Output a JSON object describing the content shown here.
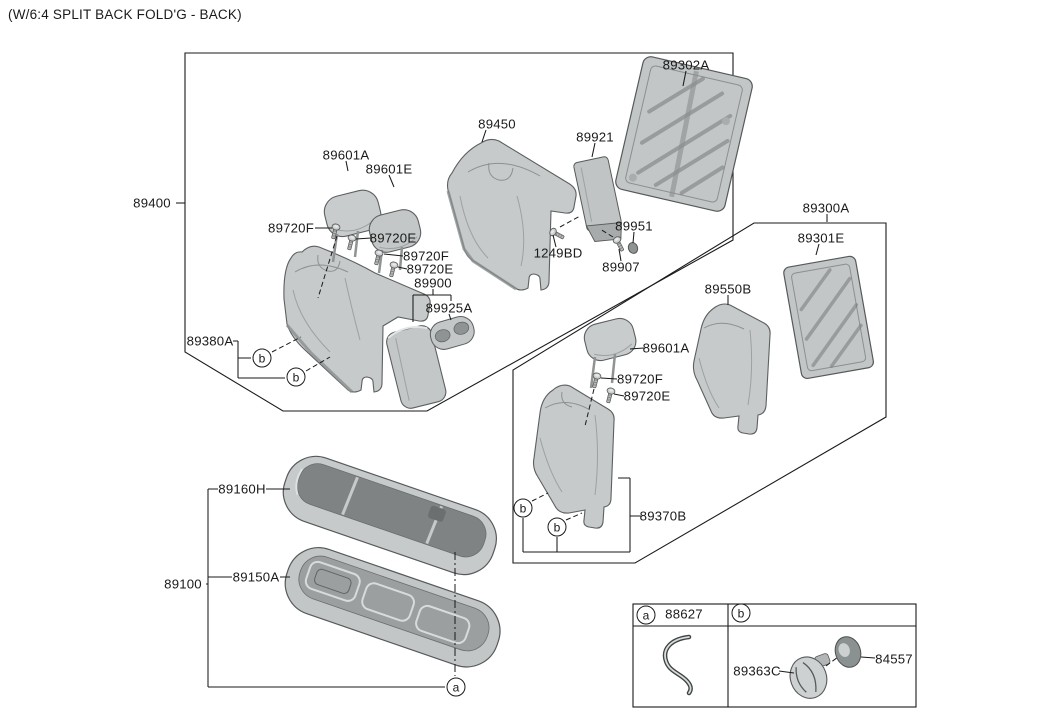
{
  "title": "(W/6:4 SPLIT BACK FOLD'G - BACK)",
  "labels": {
    "back_panel_60": "89302A",
    "back_assy_60": "89450",
    "guide_89921": "89921",
    "headrest_60": "89601A",
    "headrest_center": "89601E",
    "group_back_60": "89400",
    "bolt_f_1": "89720F",
    "bolt_e_1": "89720E",
    "bolt_f_2": "89720F",
    "bolt_e_2": "89720E",
    "armrest": "89900",
    "screw_1249bd": "1249BD",
    "cap_89951": "89951",
    "bolt_89907": "89907",
    "group_back_40": "89300A",
    "back_panel_40": "89301E",
    "cup_holder": "89925A",
    "back_assy_40": "89550B",
    "cover_60": "89380A",
    "headrest_40": "89601A",
    "bolt_f_3": "89720F",
    "bolt_e_3": "89720E",
    "cover_40": "89370B",
    "cushion_cover": "89160H",
    "cushion_pad": "89150A",
    "group_cushion": "89100"
  },
  "legend": {
    "part_a": "88627",
    "part_b_clip": "89363C",
    "part_b_grommet": "84557"
  },
  "markers": {
    "a": "a",
    "b": "b"
  },
  "colors": {
    "line": "#1a1a1a",
    "part_fill": "#c6caca",
    "part_shadow": "#9fa3a3",
    "background": "#ffffff"
  }
}
